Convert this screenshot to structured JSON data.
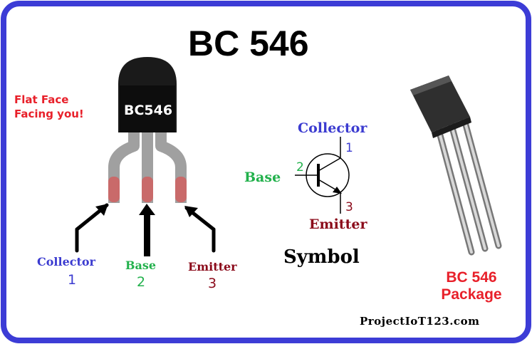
{
  "title": "BC 546",
  "orientation_note": [
    "Flat Face",
    "Facing you!"
  ],
  "part_marking": "BC546",
  "pins": [
    {
      "name": "Collector",
      "number": "1",
      "color": "#3b3bd0"
    },
    {
      "name": "Base",
      "number": "2",
      "color": "#22b14c"
    },
    {
      "name": "Emitter",
      "number": "3",
      "color": "#8b0a1a"
    }
  ],
  "symbol": {
    "collector_label": "Collector",
    "collector_num": "1",
    "base_label": "Base",
    "base_num": "2",
    "emitter_label": "Emitter",
    "emitter_num": "3",
    "caption": "Symbol"
  },
  "package_caption": "BC 546 Package",
  "website": "ProjectIoT123.com",
  "colors": {
    "frame_border": "#3c3cd6",
    "body": "#1a1a1a",
    "lead": "#a0a0a0",
    "lead_tip": "#c96a6a",
    "note_red": "#e8202a"
  }
}
